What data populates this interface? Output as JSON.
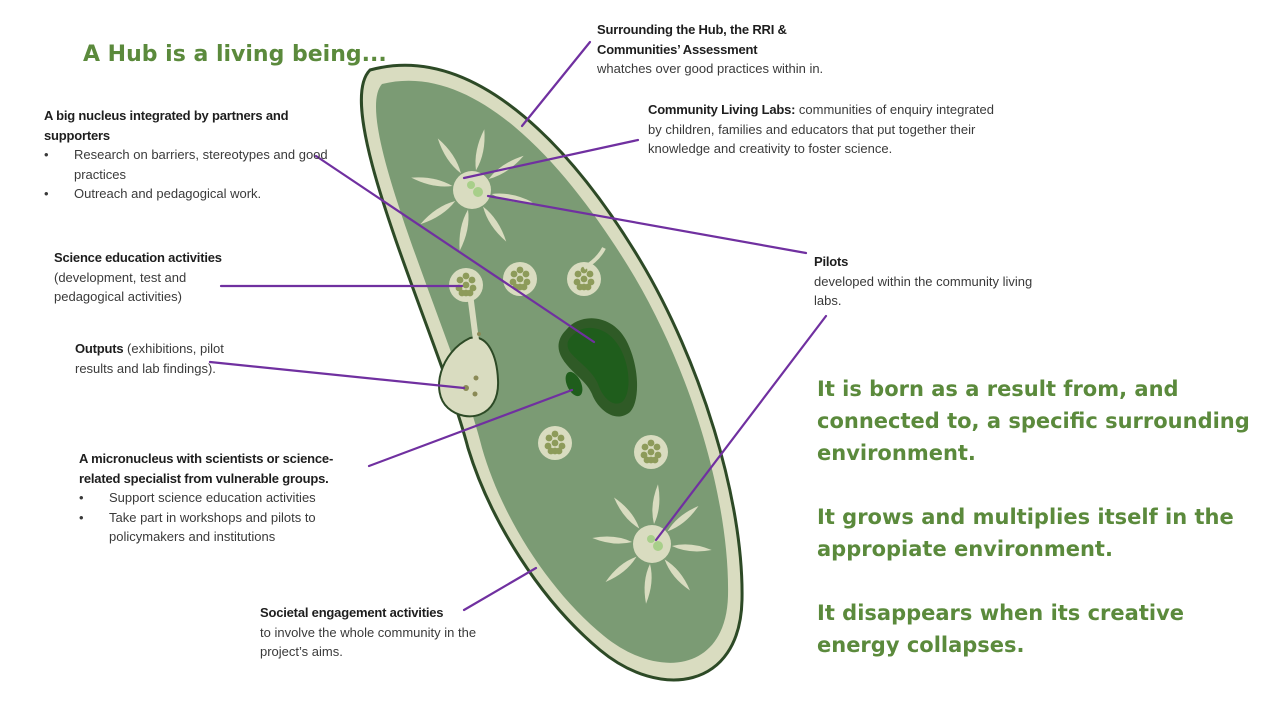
{
  "title": "A Hub is a living being...",
  "labels": {
    "rri": {
      "heading": "Surrounding the Hub, the RRI & Communities’ Assessment",
      "body": "whatches over good practices within in."
    },
    "living_labs": {
      "heading": "Community Living Labs:",
      "body": " communities of enquiry integrated by children, families and educators that put together their knowledge and creativity to foster science."
    },
    "nucleus": {
      "heading": "A big nucleus integrated by partners and supporters",
      "bullets": [
        "Research on barriers, stereotypes and good practices",
        "Outreach and pedagogical work."
      ]
    },
    "science_ed": {
      "heading": "Science education activities",
      "body": "(development, test and pedagogical activities)"
    },
    "pilots": {
      "heading": "Pilots",
      "body": "developed within the community living labs."
    },
    "outputs": {
      "heading": "Outputs",
      "body": " (exhibitions, pilot results and lab findings)."
    },
    "micronucleus": {
      "heading": "A micronucleus with scientists or science-related specialist from vulnerable groups.",
      "bullets": [
        "Support science education activities",
        "Take part in workshops and pilots to policymakers and institutions"
      ]
    },
    "societal": {
      "heading": "Societal engagement activities",
      "body": "to involve the whole community in the project’s aims."
    }
  },
  "statements": [
    "It is born as a result from, and connected to, a specific surrounding environment.",
    "It grows and multiplies itself in the appropiate environment.",
    "It disappears when its creative energy collapses."
  ],
  "colors": {
    "title_green": "#5b8a3c",
    "cell_fill": "#7b9b74",
    "membrane": "#d9dcc0",
    "outline": "#2d4a26",
    "nucleus_dark": "#2f5a26",
    "nucleus_inner": "#1f5d1c",
    "connector_purple": "#7030a0"
  }
}
